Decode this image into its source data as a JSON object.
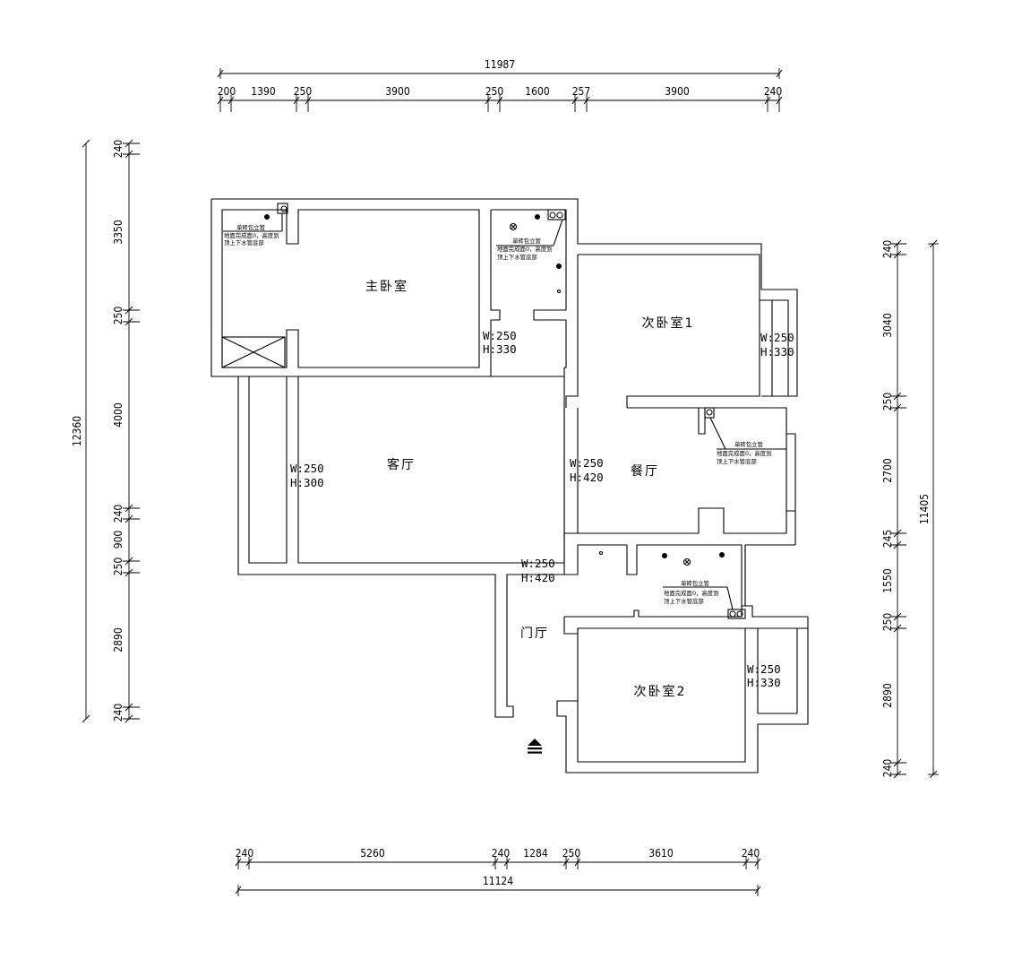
{
  "top_dims": {
    "total": "11987",
    "segments": [
      "200",
      "1390",
      "250",
      "3900",
      "250",
      "1600",
      "257",
      "3900",
      "240"
    ]
  },
  "bottom_dims": {
    "total": "11124",
    "segments": [
      "240",
      "5260",
      "240",
      "1284",
      "250",
      "3610",
      "240"
    ]
  },
  "left_dims": {
    "total": "12360",
    "segments": [
      "240",
      "3350",
      "250",
      "4000",
      "240",
      "900",
      "250",
      "2890",
      "240"
    ]
  },
  "right_dims": {
    "total": "11405",
    "segments": [
      "240",
      "3040",
      "250",
      "2700",
      "245",
      "1550",
      "250",
      "2890",
      "240"
    ]
  },
  "rooms": {
    "master_bedroom": "主卧室",
    "bedroom1": "次卧室1",
    "living_room": "客厅",
    "dining_room": "餐厅",
    "entrance": "门厅",
    "bedroom2": "次卧室2"
  },
  "openings": [
    {
      "w": "W:250",
      "h": "H:330"
    },
    {
      "w": "W:250",
      "h": "H:330"
    },
    {
      "w": "W:250",
      "h": "H:300"
    },
    {
      "w": "W:250",
      "h": "H:420"
    },
    {
      "w": "W:250",
      "h": "H:420"
    },
    {
      "w": "W:250",
      "h": "H:330"
    }
  ],
  "pipe_notes": [
    {
      "l1": "单砖包立管",
      "l2": "地面完成面0，高度到",
      "l3": "顶上下水管底部"
    },
    {
      "l1": "单砖包立管",
      "l2": "地面完成面0，高度到",
      "l3": "顶上下水管底部"
    },
    {
      "l1": "单砖包立管",
      "l2": "地面完成面0，高度到",
      "l3": "顶上下水管底部"
    },
    {
      "l1": "单砖包立管",
      "l2": "地面完成面0，高度到",
      "l3": "顶上下水管底部"
    }
  ]
}
